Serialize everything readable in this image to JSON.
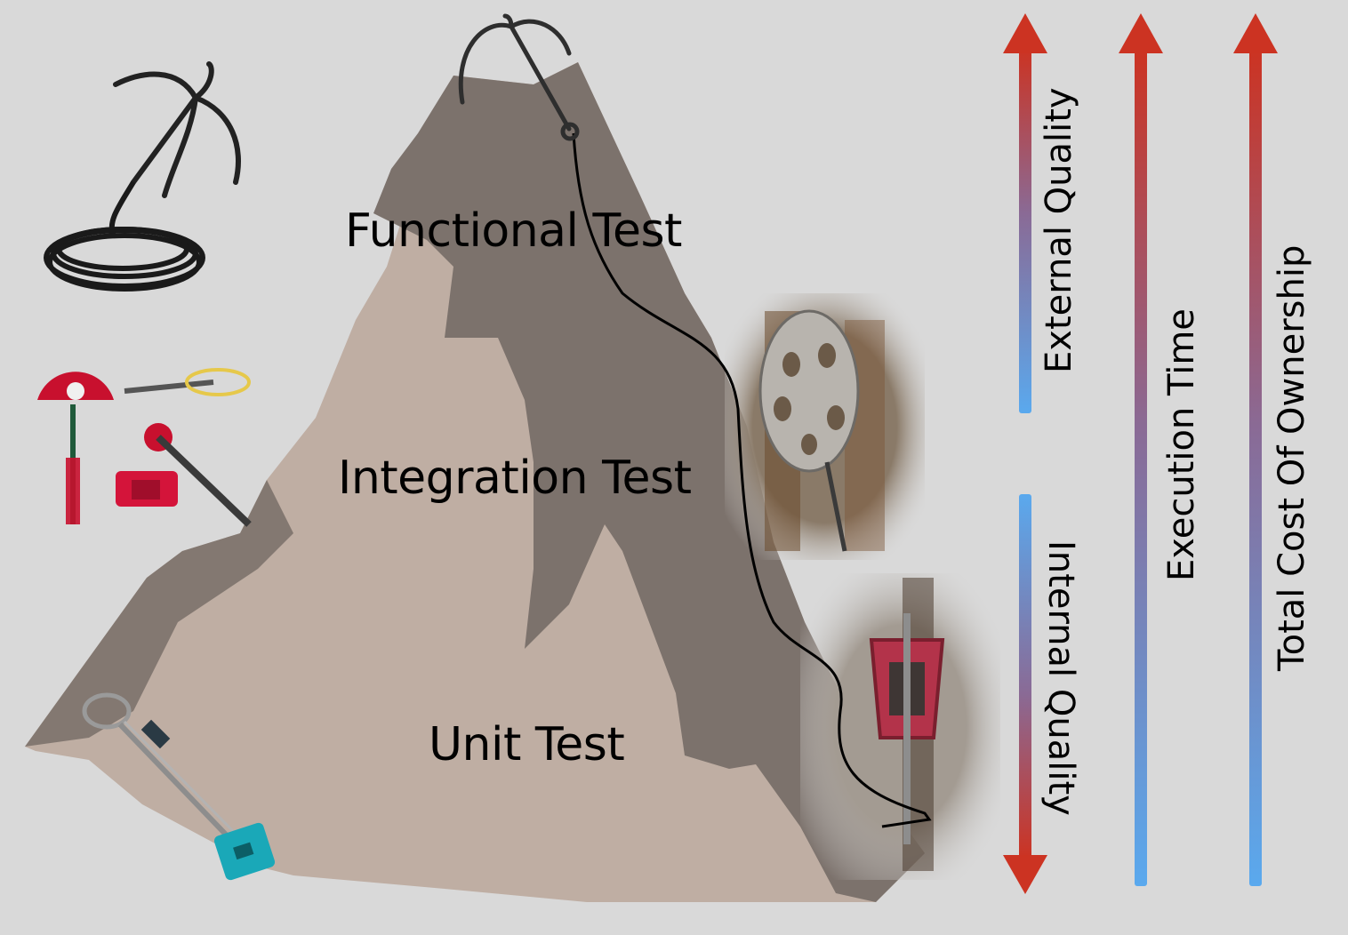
{
  "layers": {
    "functional": "Functional Test",
    "integration": "Integration Test",
    "unit": "Unit Test"
  },
  "axes": {
    "external_quality": "External Quality",
    "internal_quality": "Internal Quality",
    "execution_time": "Execution Time",
    "total_cost_of_ownership": "Total Cost Of Ownership"
  },
  "colors": {
    "background": "#d9d9d9",
    "mountain_light": "#bfaea3",
    "mountain_dark": "#7c726c",
    "arrow_red": "#cc3322",
    "arrow_blue": "#5aa9ee",
    "gear_red": "#c8102e",
    "stopper_teal": "#1aa8b8"
  },
  "icons": {
    "summit": "grappling-hook-icon",
    "gear_rack": "climbing-cams-icon",
    "bottom_left": "wired-nut-icon",
    "photo_upper": "hexcentric-photo",
    "photo_lower": "stopper-nut-photo"
  }
}
